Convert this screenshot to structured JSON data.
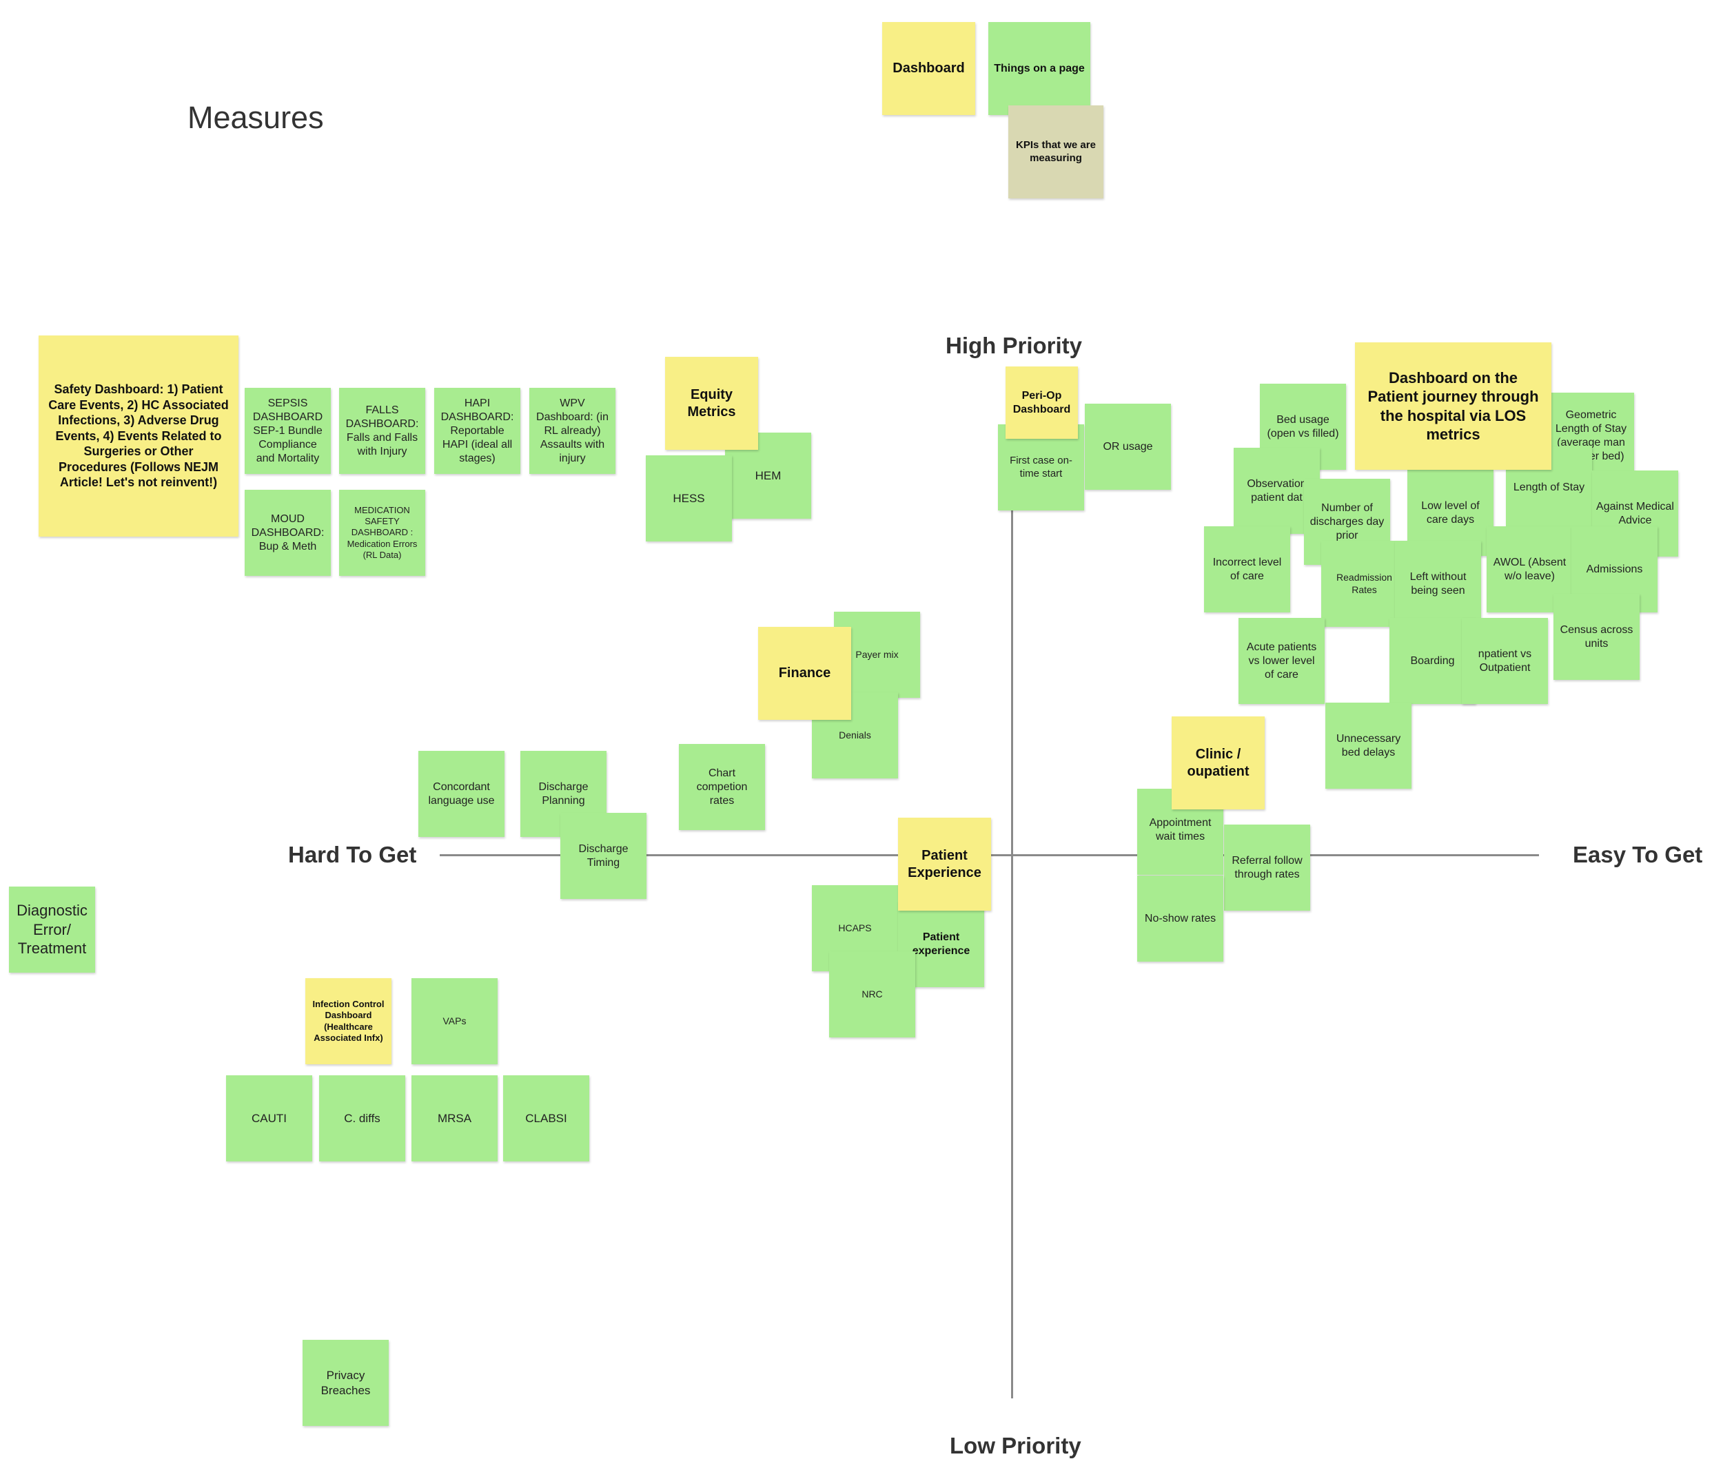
{
  "board": {
    "title": "Measures"
  },
  "axes": {
    "top": "High Priority",
    "bottom": "Low Priority",
    "left": "Hard To Get",
    "right": "Easy To Get"
  },
  "legend": {
    "dashboard": "Dashboard",
    "things": "Things on a page",
    "kpis": "KPIs that we are measuring"
  },
  "notes": {
    "safety": "Safety Dashboard: 1) Patient Care Events, 2) HC Associated Infections, 3) Adverse Drug Events, 4) Events Related to Surgeries or Other Procedures (Follows NEJM Article! Let's not reinvent!)",
    "sepsis": "SEPSIS DASHBOARD SEP-1 Bundle Compliance and Mortality",
    "falls": "FALLS DASHBOARD: Falls and Falls with Injury",
    "hapi": "HAPI DASHBOARD: Reportable HAPI (ideal all stages)",
    "wpv": "WPV Dashboard: (in RL already) Assaults with injury",
    "moud": "MOUD DASHBOARD: Bup & Meth",
    "medication": "MEDICATION SAFETY DASHBOARD : Medication Errors (RL Data)",
    "equity": "Equity Metrics",
    "hess": "HESS",
    "hem": "HEM",
    "periop": "Peri-Op Dashboard",
    "first_case": "First case on-time start",
    "or_usage": "OR usage",
    "finance": "Finance",
    "payer_mix": "Payer mix",
    "denials": "Denials",
    "chart_completion": "Chart competion rates",
    "concordant": "Concordant language use",
    "discharge_planning": "Discharge Planning",
    "discharge_timing": "Discharge Timing",
    "patient_experience": "Patient Experience",
    "hcaps": "HCAPS",
    "patient_experience_2": "Patient experience",
    "nrc": "NRC",
    "diagnostic": "Diagnostic Error/ Treatment",
    "infection": "Infection Control Dashboard (Healthcare Associated Infx)",
    "vaps": "VAPs",
    "cauti": "CAUTI",
    "cdiffs": "C. diffs",
    "mrsa": "MRSA",
    "clabsi": "CLABSI",
    "privacy": "Privacy Breaches",
    "clinic": "Clinic / oupatient",
    "appointment": "Appointment wait times",
    "referral": "Referral follow through rates",
    "noshow": "No-show rates",
    "los_dashboard": "Dashboard on the Patient journey through the hospital via LOS metrics",
    "bed_usage": "Bed usage (open vs filled)",
    "geometric": "Geometric Length of Stay (average man hour per bed)",
    "observation": "Observation patient dat",
    "discharges": "Number of discharges day prior",
    "low_care": "Low level of care days",
    "length_stay": "Length of Stay",
    "against": "Against Medical Advice",
    "incorrect": "Incorrect level of care",
    "readmission": "Readmission Rates",
    "left_without": "Left without being seen",
    "awol": "AWOL (Absent w/o leave)",
    "admissions": "Admissions",
    "acute": "Acute patients vs lower level of care",
    "boarding": "Boarding",
    "inpatient": "npatient vs Outpatient",
    "census": "Census across units",
    "bed_delays": "Unnecessary bed delays"
  }
}
